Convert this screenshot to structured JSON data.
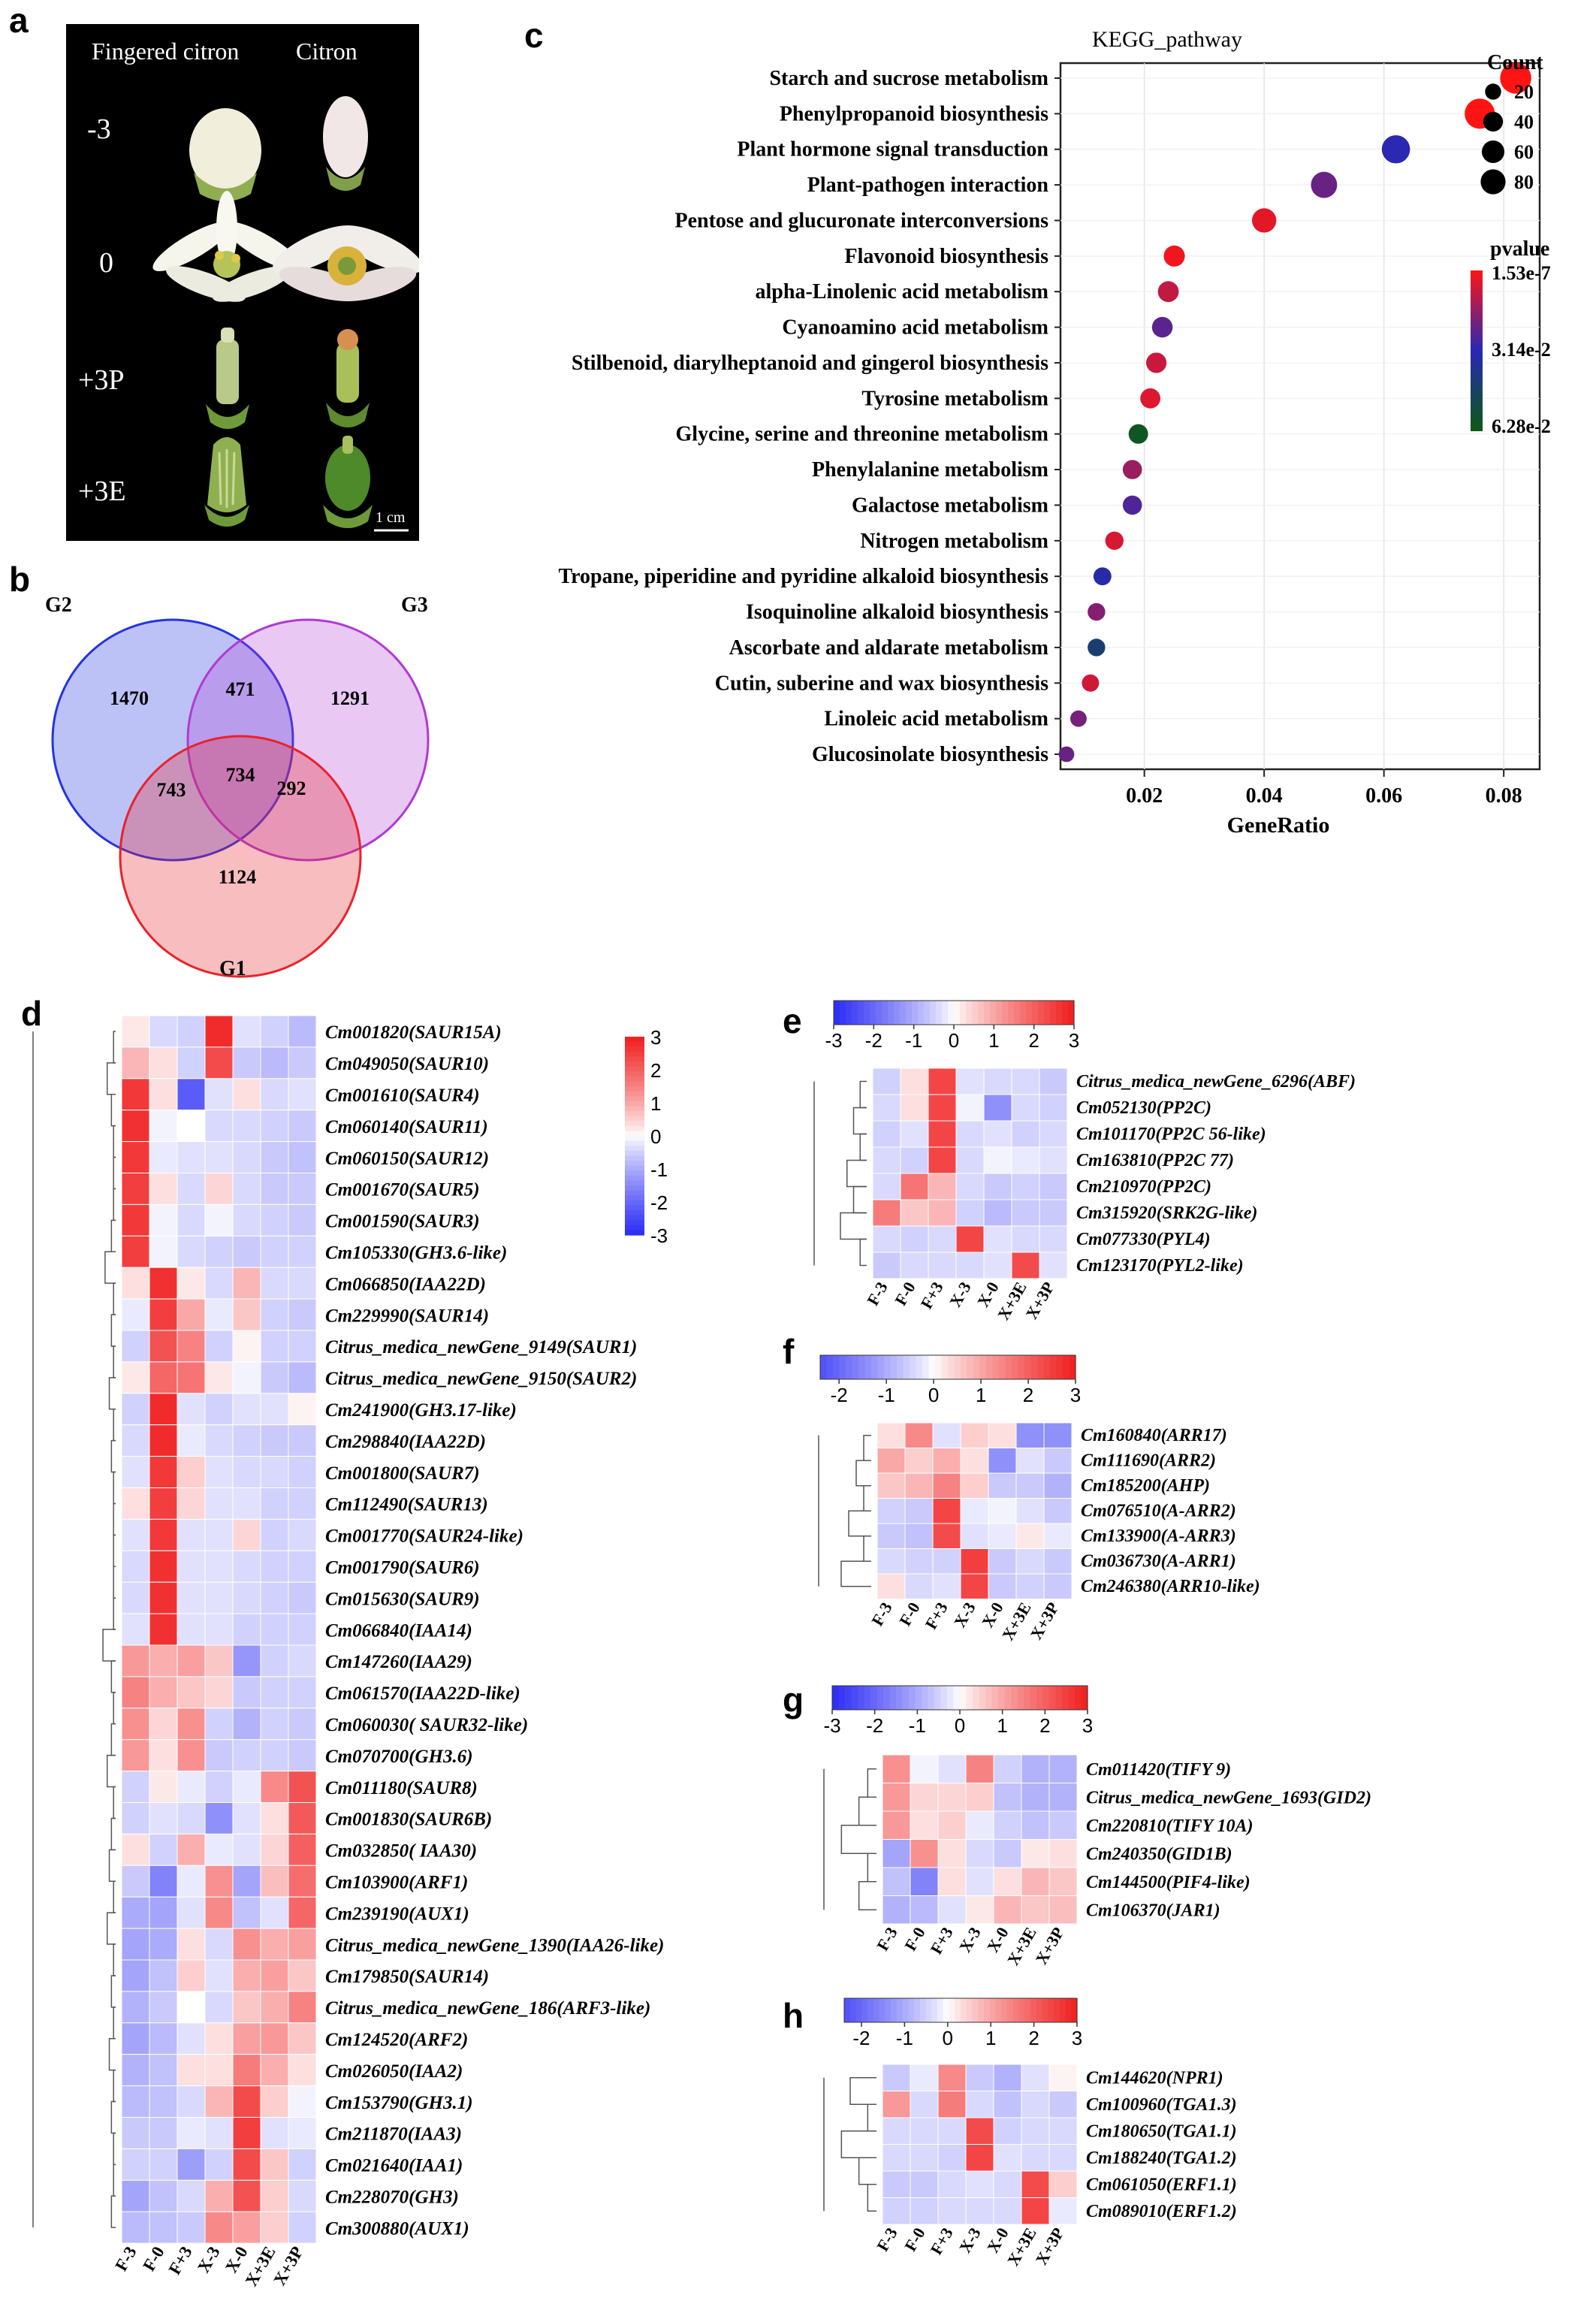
{
  "colors": {
    "heat_low": "#2a2af5",
    "heat_mid": "#ffffff",
    "heat_high": "#f01e1e",
    "venn_g1": "#e8232a",
    "venn_g2": "#2435e0",
    "venn_g3": "#b03ad4",
    "pval_low": "#ff1414",
    "pval_mid": "#2828b4",
    "pval_high": "#0c5a14",
    "photo_bg": "#000000"
  },
  "panel_a": {
    "label": "a",
    "col_headers": [
      "Fingered citron",
      "Citron"
    ],
    "rows": [
      "-3",
      "0",
      "+3P",
      "+3E"
    ],
    "scale_bar": "1 cm"
  },
  "panel_b": {
    "label": "b",
    "sets": [
      "G2",
      "G3",
      "G1"
    ],
    "regions": {
      "g2_only": "1470",
      "g2_g3": "471",
      "g3_only": "1291",
      "g1_g2": "743",
      "all": "734",
      "g1_g3": "292",
      "g1_only": "1124"
    }
  },
  "panel_c": {
    "label": "c",
    "title": "KEGG_pathway",
    "count_title": "Count",
    "count_legend": [
      "20",
      "40",
      "60",
      "80"
    ],
    "pvalue_title": "pvalue",
    "pvalue_ticks": [
      "1.53e-7",
      "3.14e-2",
      "6.28e-2"
    ]
  },
  "chart_data": {
    "type": "scatter",
    "title": "KEGG_pathway",
    "xlabel": "GeneRatio",
    "xticks": [
      "0.02",
      "0.04",
      "0.06",
      "0.08"
    ],
    "xlim": [
      0.006,
      0.086
    ],
    "size_legend_title": "Count",
    "color_legend_title": "pvalue",
    "points": [
      {
        "pathway": "Starch and sucrose metabolism",
        "gene_ratio": 0.082,
        "count": 80,
        "pvalue": 1.5e-07
      },
      {
        "pathway": "Phenylpropanoid biosynthesis",
        "gene_ratio": 0.076,
        "count": 73,
        "pvalue": 2e-06
      },
      {
        "pathway": "Plant hormone signal transduction",
        "gene_ratio": 0.062,
        "count": 60,
        "pvalue": 0.031
      },
      {
        "pathway": "Plant-pathogen interaction",
        "gene_ratio": 0.05,
        "count": 48,
        "pvalue": 0.022
      },
      {
        "pathway": "Pentose and glucuronate interconversions",
        "gene_ratio": 0.04,
        "count": 38,
        "pvalue": 0.004
      },
      {
        "pathway": "Flavonoid biosynthesis",
        "gene_ratio": 0.025,
        "count": 24,
        "pvalue": 0.002
      },
      {
        "pathway": "alpha-Linolenic acid metabolism",
        "gene_ratio": 0.024,
        "count": 23,
        "pvalue": 0.009
      },
      {
        "pathway": "Cyanoamino acid metabolism",
        "gene_ratio": 0.023,
        "count": 22,
        "pvalue": 0.024
      },
      {
        "pathway": "Stilbenoid, diarylheptanoid and gingerol biosynthesis",
        "gene_ratio": 0.022,
        "count": 21,
        "pvalue": 0.008
      },
      {
        "pathway": "Tyrosine metabolism",
        "gene_ratio": 0.021,
        "count": 20,
        "pvalue": 0.005
      },
      {
        "pathway": "Glycine, serine and threonine metabolism",
        "gene_ratio": 0.019,
        "count": 18,
        "pvalue": 0.06
      },
      {
        "pathway": "Phenylalanine metabolism",
        "gene_ratio": 0.018,
        "count": 17,
        "pvalue": 0.015
      },
      {
        "pathway": "Galactose metabolism",
        "gene_ratio": 0.018,
        "count": 17,
        "pvalue": 0.026
      },
      {
        "pathway": "Nitrogen metabolism",
        "gene_ratio": 0.015,
        "count": 14,
        "pvalue": 0.006
      },
      {
        "pathway": "Tropane, piperidine and pyridine alkaloid biosynthesis",
        "gene_ratio": 0.013,
        "count": 13,
        "pvalue": 0.034
      },
      {
        "pathway": "Isoquinoline alkaloid biosynthesis",
        "gene_ratio": 0.012,
        "count": 12,
        "pvalue": 0.018
      },
      {
        "pathway": "Ascorbate and aldarate metabolism",
        "gene_ratio": 0.012,
        "count": 12,
        "pvalue": 0.045
      },
      {
        "pathway": "Cutin, suberine and wax biosynthesis",
        "gene_ratio": 0.011,
        "count": 11,
        "pvalue": 0.007
      },
      {
        "pathway": "Linoleic acid metabolism",
        "gene_ratio": 0.009,
        "count": 9,
        "pvalue": 0.02
      },
      {
        "pathway": "Glucosinolate biosynthesis",
        "gene_ratio": 0.007,
        "count": 7,
        "pvalue": 0.022
      }
    ]
  },
  "heatmaps": {
    "columns": [
      "F-3",
      "F-0",
      "F+3",
      "X-3",
      "X-0",
      "X+3E",
      "X+3P"
    ],
    "d": {
      "label": "d",
      "scale_ticks": [
        "3",
        "2",
        "1",
        "0",
        "-1",
        "-2",
        "-3"
      ],
      "genes": [
        "Cm001820(SAUR15A)",
        "Cm049050(SAUR10)",
        "Cm001610(SAUR4)",
        "Cm060140(SAUR11)",
        "Cm060150(SAUR12)",
        "Cm001670(SAUR5)",
        "Cm001590(SAUR3)",
        "Cm105330(GH3.6-like)",
        "Cm066850(IAA22D)",
        "Cm229990(SAUR14)",
        "Citrus_medica_newGene_9149(SAUR1)",
        "Citrus_medica_newGene_9150(SAUR2)",
        "Cm241900(GH3.17-like)",
        "Cm298840(IAA22D)",
        "Cm001800(SAUR7)",
        "Cm112490(SAUR13)",
        "Cm001770(SAUR24-like)",
        "Cm001790(SAUR6)",
        "Cm015630(SAUR9)",
        "Cm066840(IAA14)",
        "Cm147260(IAA29)",
        "Cm061570(IAA22D-like)",
        "Cm060030( SAUR32-like)",
        "Cm070700(GH3.6)",
        "Cm011180(SAUR8)",
        "Cm001830(SAUR6B)",
        "Cm032850( IAA30)",
        "Cm103900(ARF1)",
        "Cm239190(AUX1)",
        "Citrus_medica_newGene_1390(IAA26-like)",
        "Cm179850(SAUR14)",
        "Citrus_medica_newGene_186(ARF3-like)",
        "Cm124520(ARF2)",
        "Cm026050(IAA2)",
        "Cm153790(GH3.1)",
        "Cm211870(IAA3)",
        "Cm021640(IAA1)",
        "Cm228070(GH3)",
        "Cm300880(AUX1)"
      ],
      "values": [
        [
          0.2,
          -0.4,
          -0.5,
          2.8,
          -0.3,
          -0.5,
          -0.8
        ],
        [
          0.8,
          0.3,
          -0.5,
          2.3,
          -0.6,
          -0.8,
          -0.6
        ],
        [
          2.6,
          0.3,
          -2.2,
          -0.3,
          0.3,
          -0.4,
          -0.3
        ],
        [
          2.7,
          -0.1,
          0.0,
          -0.4,
          -0.4,
          -0.5,
          -0.6
        ],
        [
          2.6,
          -0.2,
          -0.3,
          -0.3,
          -0.4,
          -0.6,
          -0.7
        ],
        [
          2.5,
          0.3,
          -0.4,
          0.4,
          -0.4,
          -0.6,
          -0.6
        ],
        [
          2.6,
          -0.1,
          -0.4,
          -0.1,
          -0.4,
          -0.5,
          -0.6
        ],
        [
          2.5,
          -0.1,
          -0.4,
          -0.5,
          -0.6,
          -0.5,
          -0.5
        ],
        [
          0.3,
          2.7,
          0.2,
          -0.4,
          0.8,
          -0.4,
          -0.4
        ],
        [
          -0.2,
          2.5,
          1.0,
          -0.2,
          0.6,
          -0.5,
          -0.6
        ],
        [
          -0.5,
          2.2,
          1.5,
          -0.5,
          0.1,
          -0.5,
          -0.5
        ],
        [
          0.2,
          1.9,
          1.7,
          0.2,
          -0.1,
          -0.6,
          -0.8
        ],
        [
          -0.5,
          2.8,
          -0.3,
          -0.5,
          -0.3,
          -0.3,
          0.1
        ],
        [
          -0.4,
          2.8,
          -0.2,
          -0.4,
          -0.5,
          -0.6,
          -0.6
        ],
        [
          -0.3,
          2.6,
          0.5,
          -0.3,
          -0.4,
          -0.4,
          -0.5
        ],
        [
          0.3,
          2.5,
          0.4,
          -0.3,
          -0.3,
          -0.5,
          -0.5
        ],
        [
          -0.3,
          2.6,
          -0.3,
          -0.3,
          0.4,
          -0.5,
          -0.4
        ],
        [
          -0.4,
          2.7,
          -0.3,
          -0.3,
          -0.4,
          -0.5,
          -0.5
        ],
        [
          -0.4,
          2.7,
          -0.3,
          -0.3,
          -0.4,
          -0.5,
          -0.6
        ],
        [
          -0.3,
          2.7,
          -0.3,
          -0.3,
          -0.5,
          -0.5,
          -0.5
        ],
        [
          1.2,
          0.9,
          1.1,
          0.6,
          -1.3,
          -0.5,
          -0.4
        ],
        [
          1.5,
          0.9,
          0.6,
          0.4,
          -0.6,
          -0.5,
          -0.5
        ],
        [
          1.3,
          0.4,
          1.3,
          -0.5,
          -0.9,
          -0.5,
          -0.6
        ],
        [
          1.2,
          0.3,
          1.3,
          -0.6,
          -0.5,
          -0.5,
          -0.6
        ],
        [
          -0.5,
          0.2,
          -0.2,
          -0.5,
          -0.2,
          1.4,
          2.2
        ],
        [
          -0.5,
          -0.3,
          -0.4,
          -1.4,
          -0.3,
          0.3,
          2.1
        ],
        [
          0.3,
          -0.5,
          0.9,
          -0.2,
          -0.3,
          0.4,
          2.0
        ],
        [
          -0.6,
          -1.6,
          -0.2,
          1.3,
          -1.1,
          0.7,
          1.8
        ],
        [
          -1.0,
          -1.1,
          -0.3,
          1.4,
          -0.7,
          -0.3,
          1.9
        ],
        [
          -1.1,
          -1.0,
          0.3,
          -0.4,
          1.3,
          0.9,
          1.1
        ],
        [
          -1.1,
          -0.7,
          0.5,
          -0.3,
          0.9,
          1.1,
          0.6
        ],
        [
          -0.9,
          -0.6,
          0.0,
          -0.4,
          0.6,
          0.9,
          1.5
        ],
        [
          -1.1,
          -0.8,
          -0.3,
          0.3,
          1.1,
          1.2,
          0.6
        ],
        [
          -0.9,
          -0.7,
          0.3,
          0.3,
          1.6,
          0.9,
          0.3
        ],
        [
          -0.8,
          -0.7,
          -0.4,
          0.8,
          2.3,
          0.5,
          -0.1
        ],
        [
          -0.6,
          -0.6,
          -0.2,
          -0.3,
          2.5,
          -0.3,
          -0.2
        ],
        [
          -0.5,
          -0.5,
          -1.2,
          -0.5,
          2.3,
          0.6,
          -0.5
        ],
        [
          -1.1,
          -0.7,
          -0.4,
          0.9,
          2.2,
          0.5,
          -0.4
        ],
        [
          -0.8,
          -0.7,
          -0.6,
          1.4,
          1.1,
          0.5,
          -0.5
        ]
      ]
    },
    "e": {
      "label": "e",
      "scale_ticks": [
        "-3",
        "-2",
        "-1",
        "0",
        "1",
        "2",
        "3"
      ],
      "genes": [
        "Citrus_medica_newGene_6296(ABF)",
        "Cm052130(PP2C)",
        "Cm101170(PP2C 56-like)",
        "Cm163810(PP2C 77)",
        "Cm210970(PP2C)",
        "Cm315920(SRK2G-like)",
        "Cm077330(PYL4)",
        "Cm123170(PYL2-like)"
      ],
      "values": [
        [
          -0.5,
          0.3,
          2.4,
          -0.3,
          -0.4,
          -0.4,
          -0.6
        ],
        [
          -0.4,
          0.3,
          2.4,
          -0.1,
          -1.4,
          -0.4,
          -0.5
        ],
        [
          -0.5,
          -0.3,
          2.4,
          -0.4,
          -0.3,
          -0.5,
          -0.4
        ],
        [
          -0.4,
          -0.5,
          2.4,
          -0.4,
          -0.1,
          -0.2,
          -0.3
        ],
        [
          -0.4,
          1.7,
          0.8,
          -0.4,
          -0.6,
          -0.5,
          -0.6
        ],
        [
          1.6,
          0.6,
          0.8,
          -0.5,
          -0.8,
          -0.6,
          -0.6
        ],
        [
          -0.4,
          -0.5,
          -0.4,
          2.4,
          -0.3,
          -0.4,
          -0.4
        ],
        [
          -0.6,
          -0.4,
          -0.4,
          -0.4,
          -0.3,
          2.3,
          -0.3
        ]
      ]
    },
    "f": {
      "label": "f",
      "scale_ticks": [
        "-2",
        "-1",
        "0",
        "1",
        "2",
        "3"
      ],
      "genes": [
        "Cm160840(ARR17)",
        "Cm111690(ARR2)",
        "Cm185200(AHP)",
        "Cm076510(A-ARR2)",
        "Cm133900(A-ARR3)",
        "Cm036730(A-ARR1)",
        "Cm246380(ARR10-like)"
      ],
      "values": [
        [
          0.3,
          1.4,
          -0.3,
          0.5,
          0.3,
          -1.4,
          -1.4
        ],
        [
          1.0,
          0.5,
          0.9,
          0.3,
          -1.4,
          -0.3,
          -0.6
        ],
        [
          0.6,
          0.8,
          1.5,
          0.5,
          -0.6,
          -0.6,
          -0.9
        ],
        [
          -0.5,
          -0.6,
          2.4,
          -0.2,
          -0.1,
          -0.3,
          -0.6
        ],
        [
          -0.6,
          -0.7,
          2.3,
          -0.3,
          -0.2,
          0.2,
          -0.2
        ],
        [
          -0.4,
          -0.5,
          -0.5,
          2.5,
          -0.6,
          -0.4,
          -0.6
        ],
        [
          0.3,
          -0.4,
          -0.3,
          2.4,
          -0.6,
          -0.5,
          -0.6
        ]
      ]
    },
    "g": {
      "label": "g",
      "scale_ticks": [
        "-3",
        "-2",
        "-1",
        "0",
        "1",
        "2",
        "3"
      ],
      "genes": [
        "Cm011420(TIFY 9)",
        "Citrus_medica_newGene_1693(GID2)",
        "Cm220810(TIFY 10A)",
        "Cm240350(GID1B)",
        "Cm144500(PIF4-like)",
        "Cm106370(JAR1)"
      ],
      "values": [
        [
          1.3,
          -0.1,
          -0.3,
          1.5,
          -0.5,
          -0.9,
          -0.9
        ],
        [
          1.2,
          0.4,
          0.4,
          0.5,
          -0.7,
          -0.9,
          -0.9
        ],
        [
          1.2,
          0.3,
          0.5,
          -0.2,
          -0.5,
          -0.7,
          -0.6
        ],
        [
          -1.1,
          1.3,
          0.3,
          -0.4,
          -0.6,
          0.2,
          0.3
        ],
        [
          -0.7,
          -1.6,
          0.3,
          -0.3,
          0.3,
          0.8,
          0.6
        ],
        [
          -0.9,
          -0.8,
          -0.3,
          0.2,
          0.8,
          0.6,
          0.7
        ]
      ]
    },
    "h": {
      "label": "h",
      "scale_ticks": [
        "-2",
        "-1",
        "0",
        "1",
        "2",
        "3"
      ],
      "genes": [
        "Cm144620(NPR1)",
        "Cm100960(TGA1.3)",
        "Cm180650(TGA1.1)",
        "Cm188240(TGA1.2)",
        "Cm061050(ERF1.1)",
        "Cm089010(ERF1.2)"
      ],
      "values": [
        [
          -0.6,
          -0.2,
          1.4,
          -0.6,
          -0.9,
          -0.3,
          0.1
        ],
        [
          1.2,
          -0.4,
          1.6,
          -0.4,
          -0.7,
          -0.4,
          -0.6
        ],
        [
          -0.4,
          -0.4,
          -0.4,
          2.3,
          -0.5,
          -0.4,
          -0.4
        ],
        [
          -0.4,
          -0.4,
          -0.5,
          2.4,
          -0.3,
          -0.4,
          -0.4
        ],
        [
          -0.6,
          -0.6,
          -0.4,
          -0.3,
          -0.4,
          2.3,
          0.5
        ],
        [
          -0.5,
          -0.5,
          -0.4,
          -0.4,
          -0.4,
          2.4,
          -0.2
        ]
      ]
    }
  }
}
